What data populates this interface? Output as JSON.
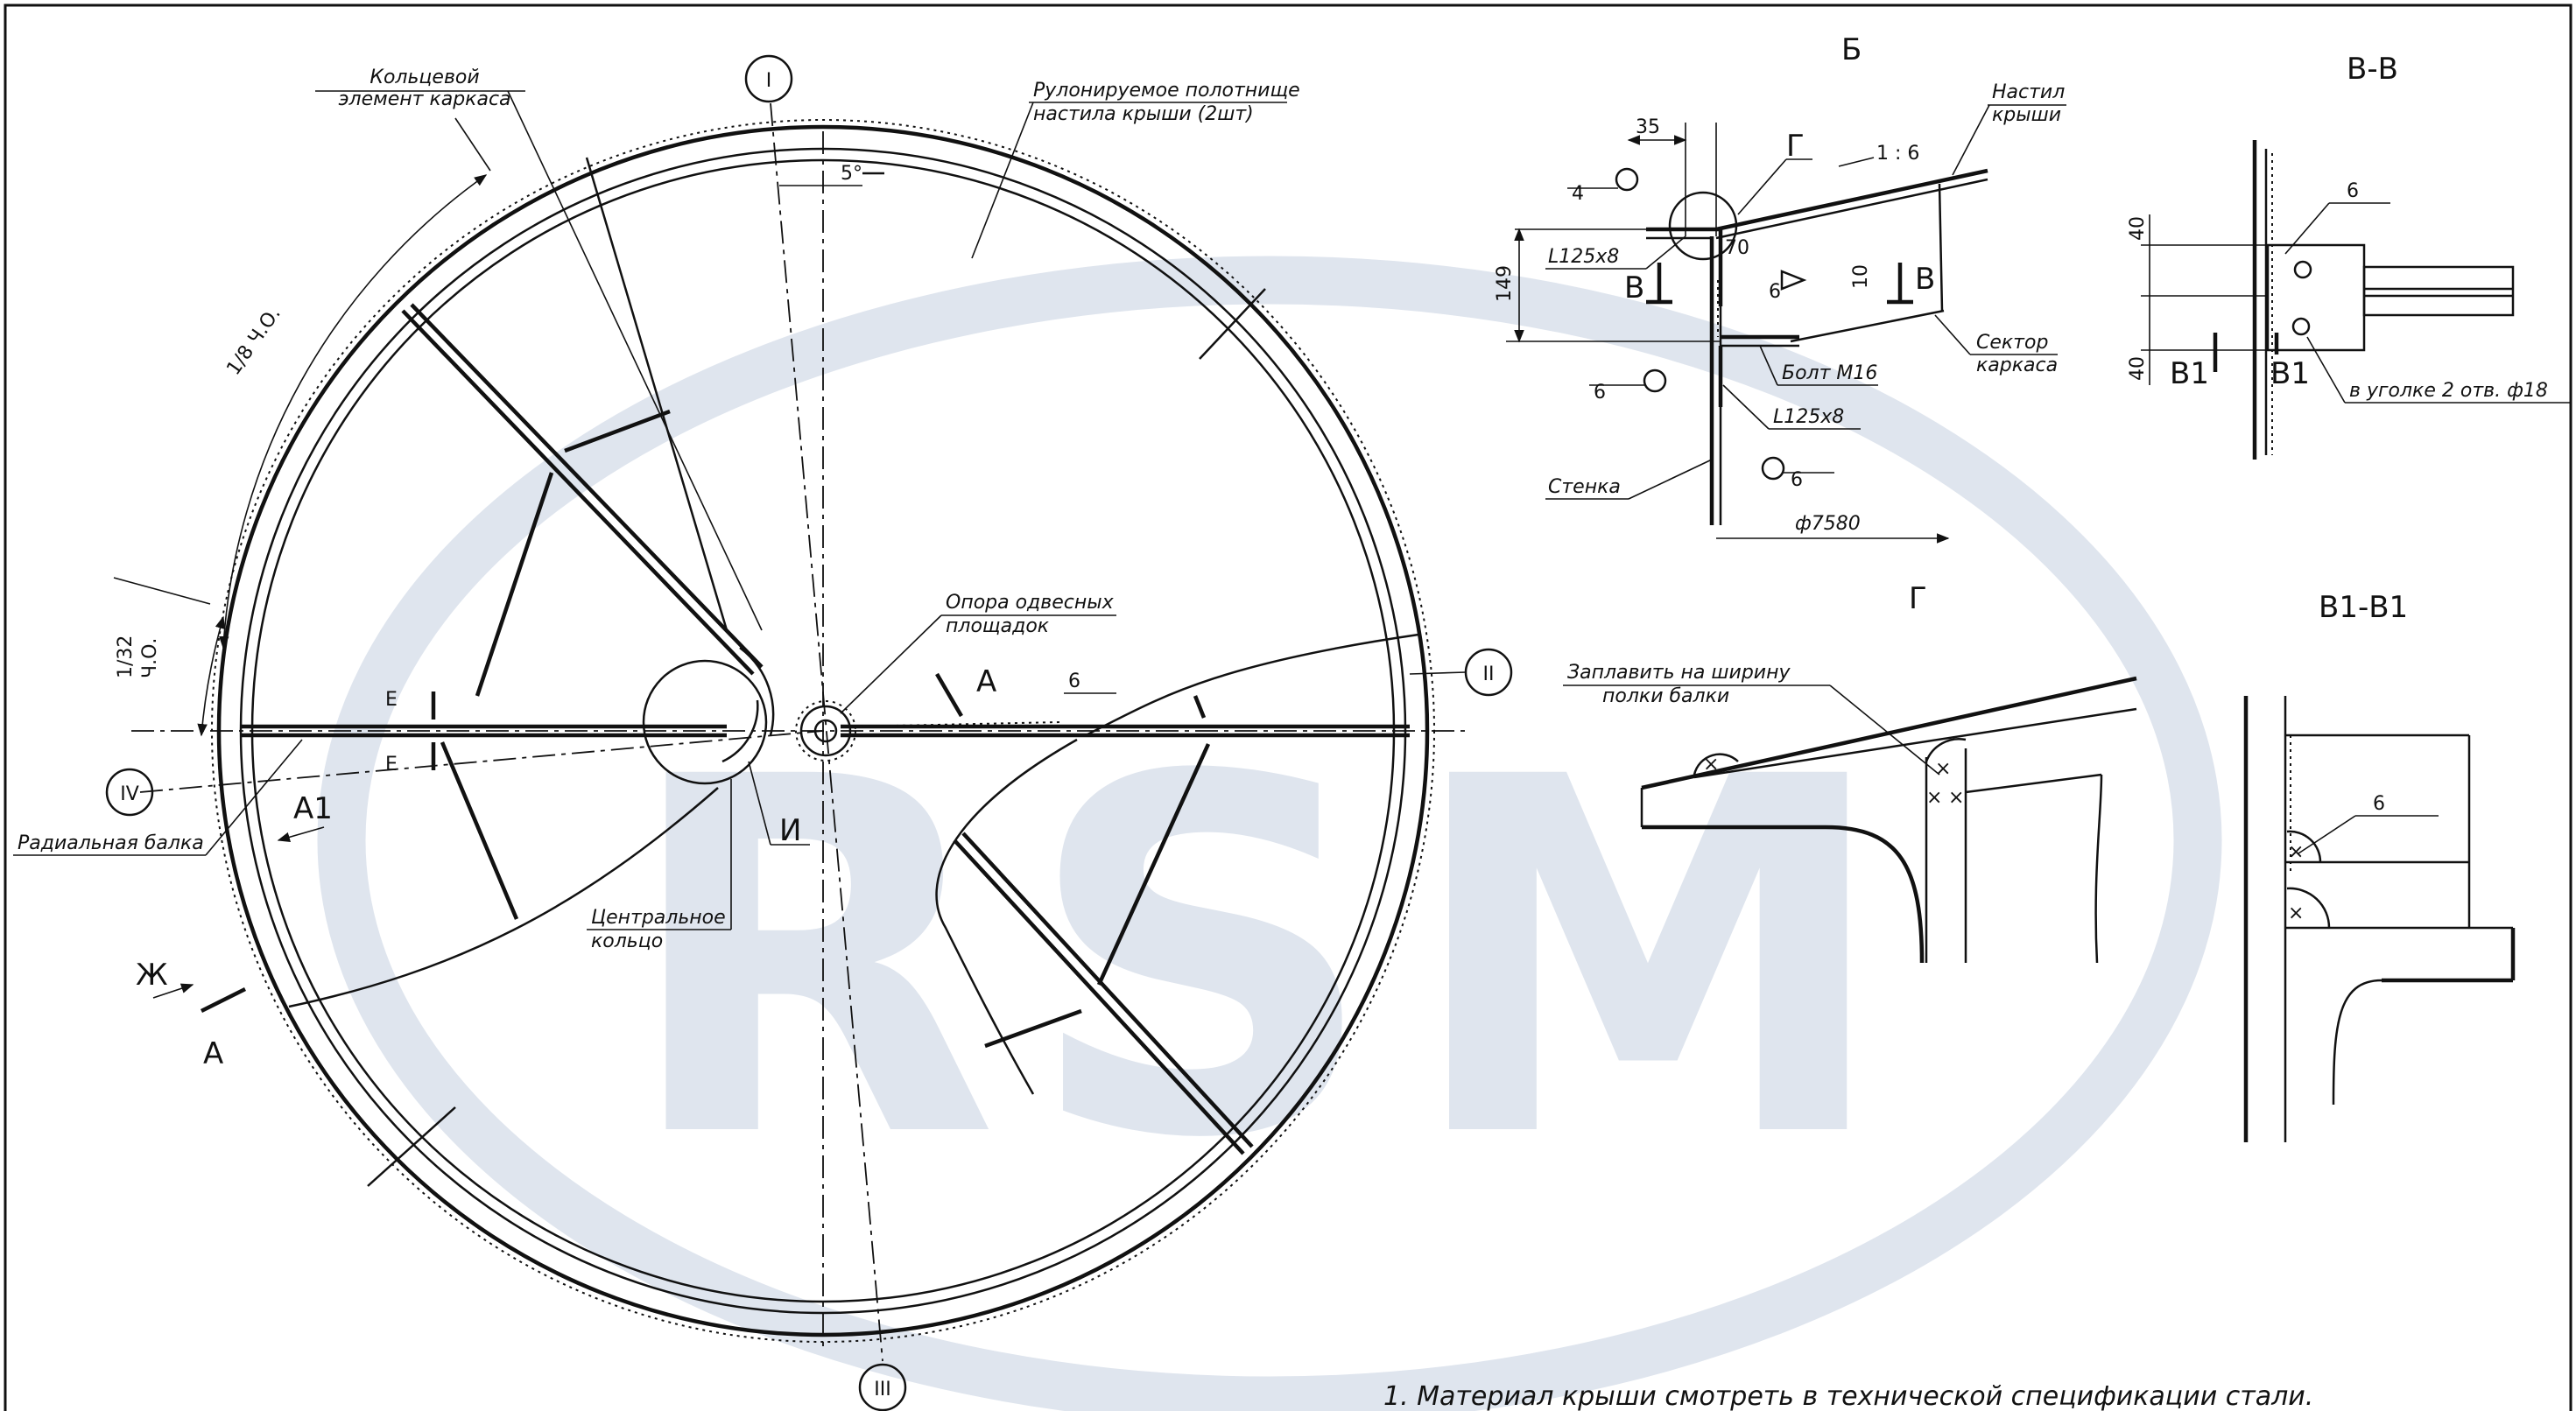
{
  "watermark": {
    "text": "RSM",
    "color": "#dfe5ee"
  },
  "frame_color": "#111111",
  "plan": {
    "axes": [
      "I",
      "II",
      "III",
      "IV"
    ],
    "angle_label": "5°",
    "labels": {
      "ring_frame": [
        "Кольцевой",
        "элемент каркаса"
      ],
      "roll_sheet": [
        "Рулонируемое полотнище",
        "настила крыши (2шт)"
      ],
      "support": [
        "Опора одвесных",
        "площадок"
      ],
      "radial_beam": "Радиальная балка",
      "central_ring": [
        "Центральное",
        "кольцо"
      ]
    },
    "dims": {
      "d18": "1/8 Ч.О.",
      "d132": [
        "1/32",
        "Ч.О."
      ]
    },
    "markers": {
      "e": "Е",
      "a": "А",
      "a1": "А1",
      "zh": "Ж",
      "i": "И"
    },
    "weld": "6"
  },
  "detail_b": {
    "title": "Б",
    "labels": {
      "deck": [
        "Настил",
        "крыши"
      ],
      "sector": [
        "Сектор",
        "каркаса"
      ],
      "bolt": "Болт М16",
      "angle_top": "L125x8",
      "angle_bottom": "L125x8",
      "wall": "Стенка",
      "diameter": "ф7580",
      "slope": "1 : 6",
      "g": "Г",
      "v": "В"
    },
    "dims": {
      "d35": "35",
      "d149": "149",
      "d70": "70",
      "d10": "10",
      "w4": "4",
      "w6": "6"
    }
  },
  "detail_vv": {
    "title": "В-В",
    "labels": {
      "b1": "В1",
      "holes": "в уголке 2 отв. ф18"
    },
    "dims": {
      "d40a": "40",
      "d40b": "40",
      "w6": "6"
    }
  },
  "detail_g": {
    "title": "Г",
    "labels": {
      "weld": [
        "Заплавить на ширину",
        "полки балки"
      ]
    }
  },
  "detail_b1": {
    "title": "В1-В1",
    "dims": {
      "w6": "6"
    }
  },
  "notes": [
    "1. Материал крыши смотреть в технической спецификации стали."
  ]
}
